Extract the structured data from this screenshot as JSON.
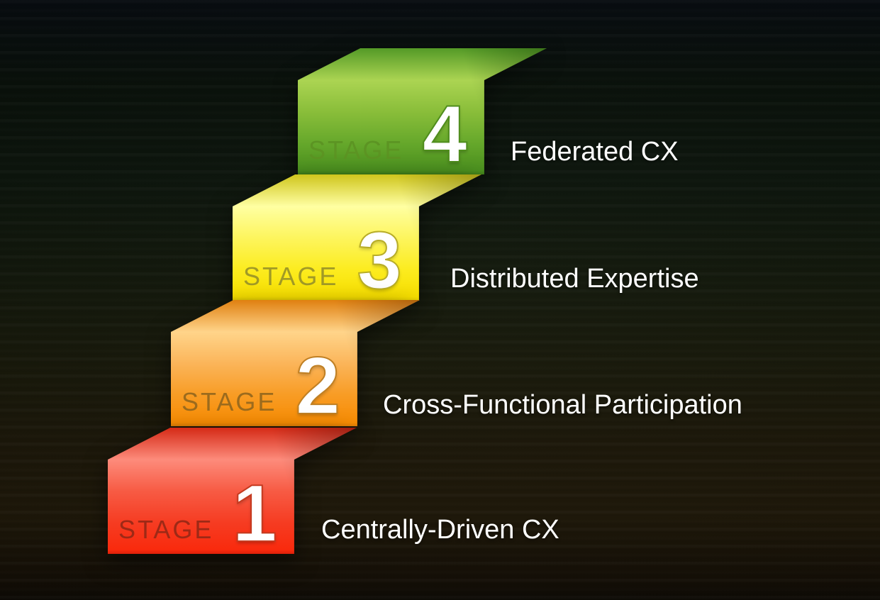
{
  "diagram": {
    "type": "staircase-maturity-model",
    "background_colors": {
      "top": "#060b10",
      "middle": "#11170a",
      "bottom": "#140e05"
    },
    "stages": [
      {
        "stage_word": "STAGE",
        "number": "1",
        "title": "Centrally-Driven CX",
        "ribbon_color": "#f92a0d",
        "ribbon_light": "#fd8b7b",
        "label_color": "#9e2916"
      },
      {
        "stage_word": "STAGE",
        "number": "2",
        "title": "Cross-Functional Participation",
        "ribbon_color": "#f88d04",
        "ribbon_light": "#ffd48a",
        "label_color": "#9c6b1d"
      },
      {
        "stage_word": "STAGE",
        "number": "3",
        "title": "Distributed Expertise",
        "ribbon_color": "#f8e000",
        "ribbon_light": "#ffffa2",
        "label_color": "#a19a26"
      },
      {
        "stage_word": "STAGE",
        "number": "4",
        "title": "Federated CX",
        "ribbon_color": "#4b901f",
        "ribbon_light": "#abd452",
        "label_color": "#5c9423"
      }
    ]
  }
}
